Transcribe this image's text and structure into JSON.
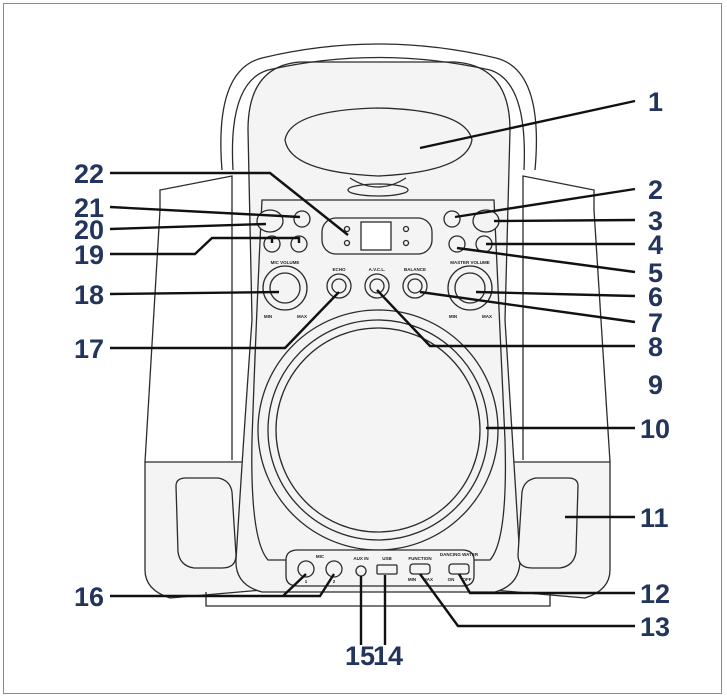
{
  "device_labels": {
    "mic_volume": "MIC VOLUME",
    "master_volume": "MASTER VOLUME",
    "echo": "ECHO",
    "avcl": "A.V.C.L.",
    "balance": "BALANCE",
    "mic": "MIC",
    "mic_1": "1",
    "mic_2": "2",
    "aux_in": "AUX IN",
    "usb": "USB",
    "function": "FUNCTION",
    "dancing_water": "DANCING WATER",
    "min": "MIN",
    "max": "MAX",
    "on": "ON",
    "off": "OFF"
  },
  "callouts": [
    {
      "number": "1"
    },
    {
      "number": "2"
    },
    {
      "number": "3"
    },
    {
      "number": "4"
    },
    {
      "number": "5"
    },
    {
      "number": "6"
    },
    {
      "number": "7"
    },
    {
      "number": "8"
    },
    {
      "number": "9"
    },
    {
      "number": "10"
    },
    {
      "number": "11"
    },
    {
      "number": "12"
    },
    {
      "number": "13"
    },
    {
      "number": "14"
    },
    {
      "number": "15"
    },
    {
      "number": "16"
    },
    {
      "number": "17"
    },
    {
      "number": "18"
    },
    {
      "number": "19"
    },
    {
      "number": "20"
    },
    {
      "number": "21"
    },
    {
      "number": "22"
    }
  ],
  "colors": {
    "callout_text": "#23355c",
    "line_art": "#2b2b2b"
  }
}
